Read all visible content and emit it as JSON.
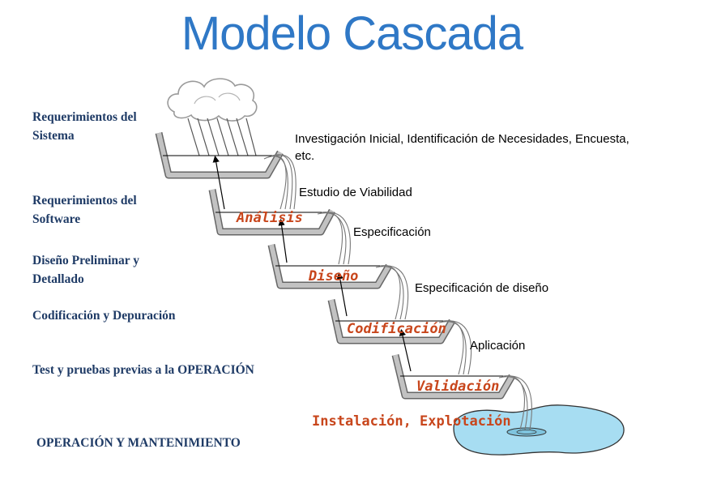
{
  "title": "Modelo Cascada",
  "left_labels": [
    "Requerimientos del\nSistema",
    "Requerimientos del\nSoftware",
    "Diseño Preliminar y\nDetallado",
    "Codificación y Depuración",
    "Test y pruebas previas a la OPERACIÓN",
    "OPERACIÓN Y MANTENIMIENTO"
  ],
  "stages": [
    "Análisis",
    "Diseño",
    "Codificación",
    "Validación",
    "Instalación, Explotación"
  ],
  "descriptions": [
    "Investigación Inicial, Identificación de Necesidades, Encuesta,\netc.",
    "Estudio de Viabilidad",
    "Especificación",
    "Especificación de diseño",
    "Aplicación"
  ],
  "colors": {
    "title": "#2f78c6",
    "stage_text": "#c8461c",
    "left_text": "#1f3b66",
    "pool_water": "#a7ddf2",
    "trough_gray": "#b9b9b9"
  },
  "icons": [
    "cloud-icon",
    "rain-icon",
    "waterfall-stream-icon",
    "pool-icon",
    "feedback-arrow-icon"
  ]
}
